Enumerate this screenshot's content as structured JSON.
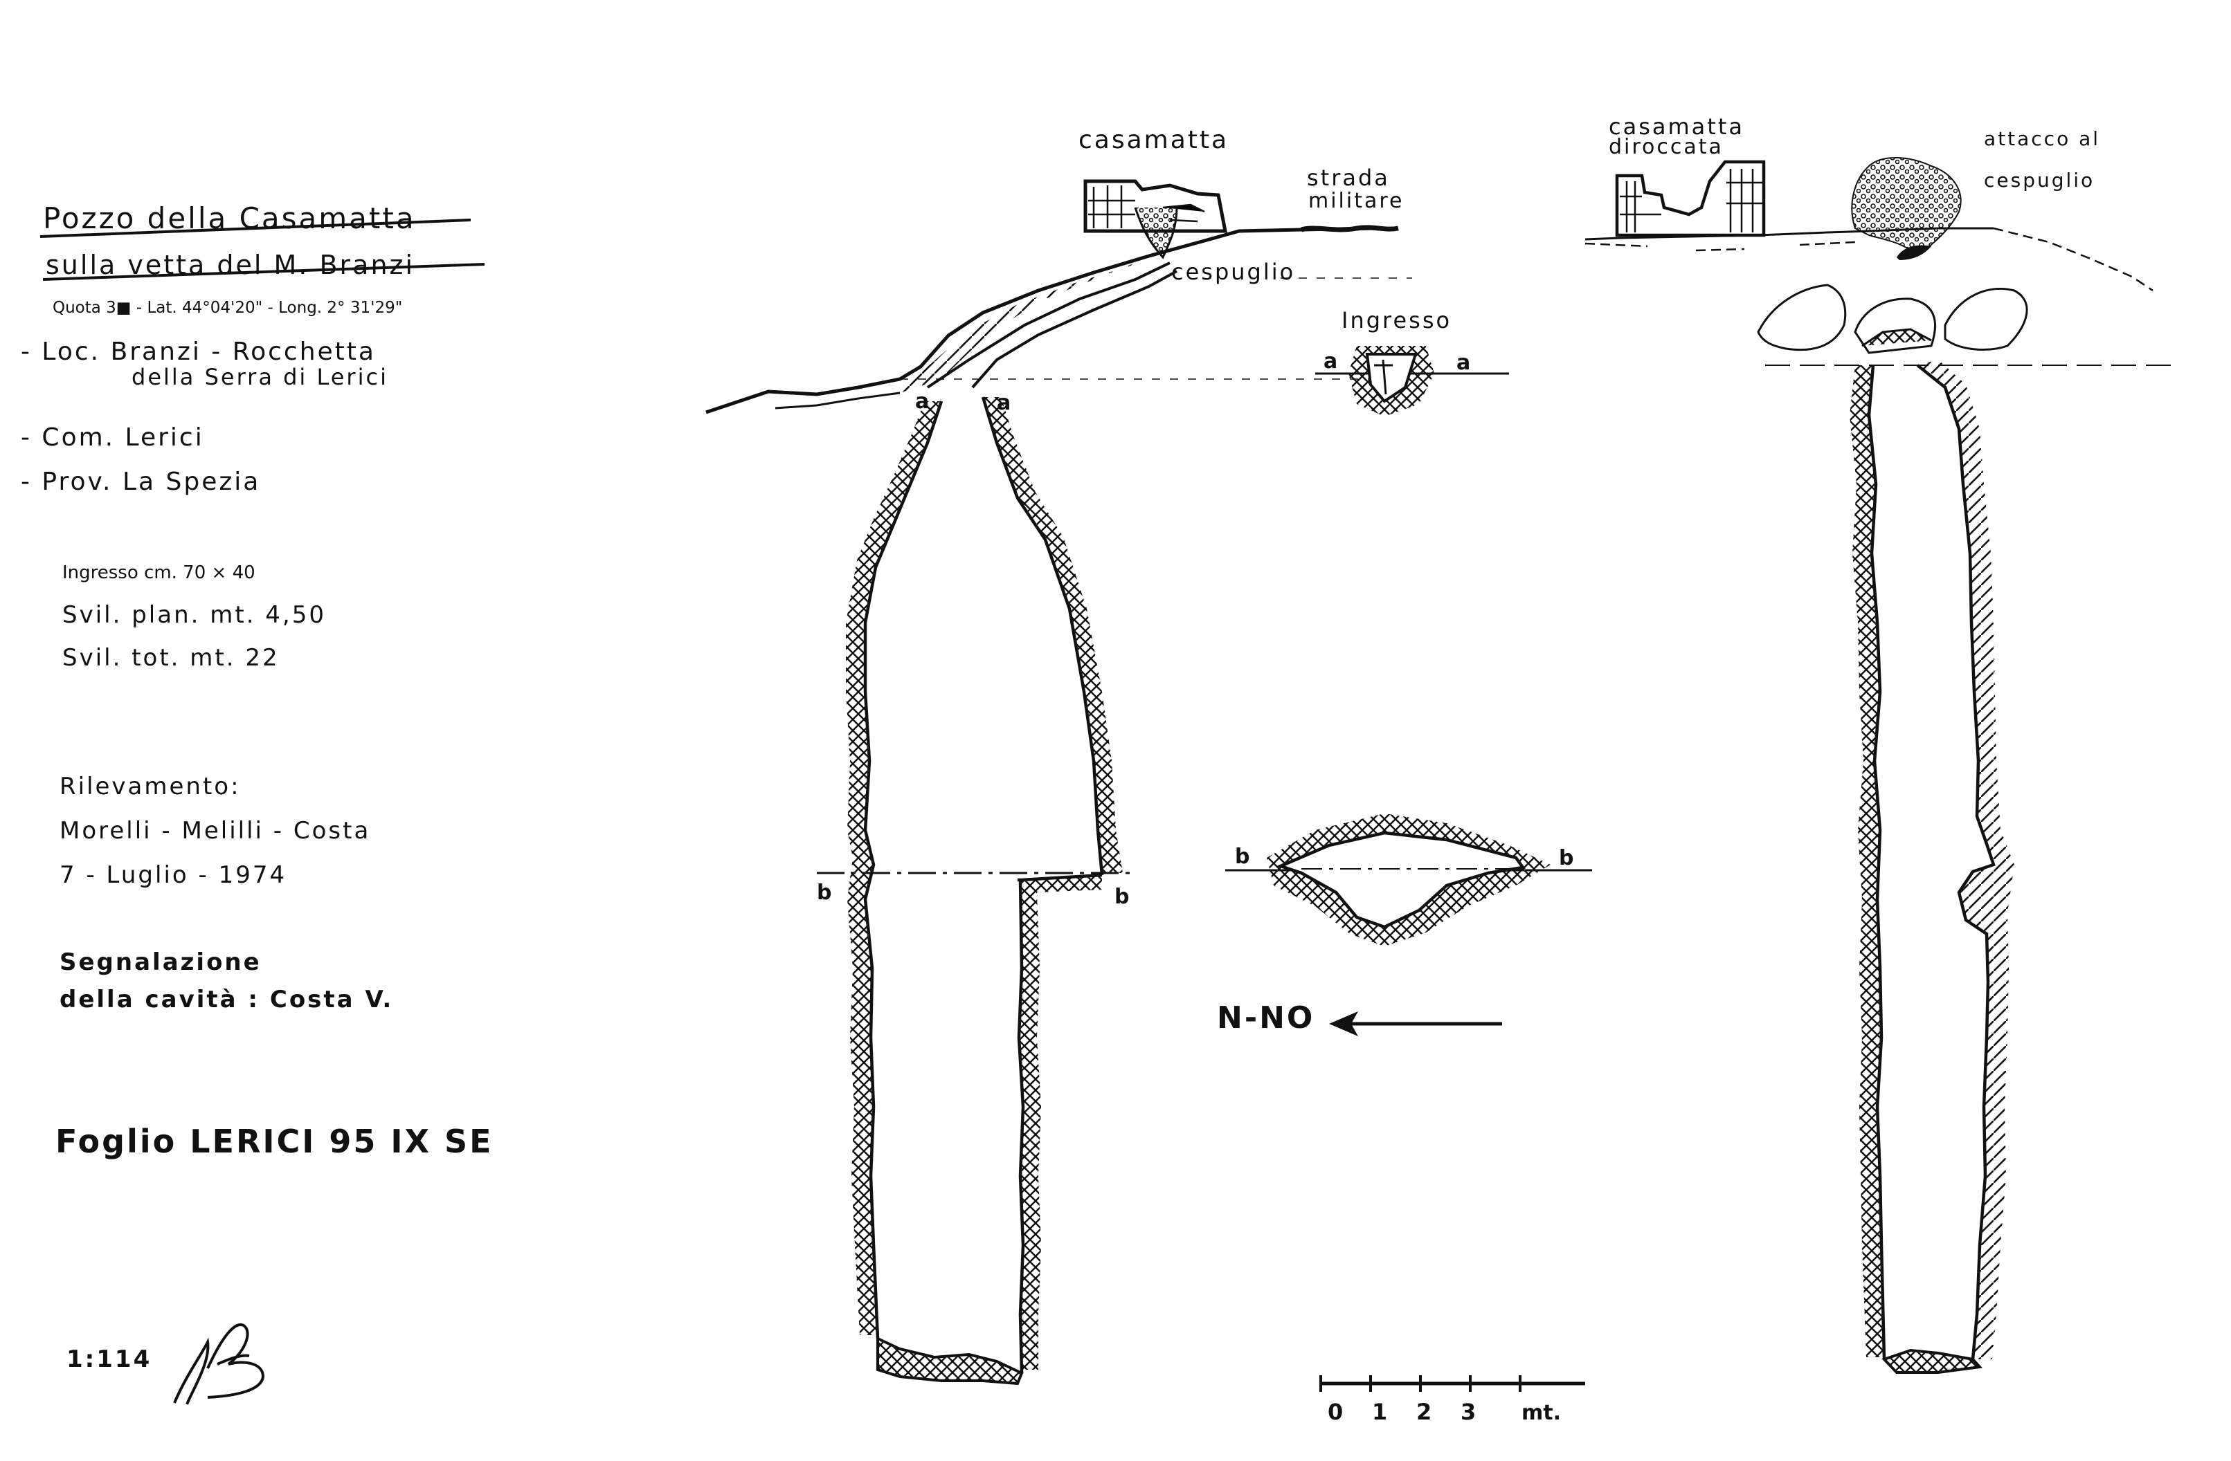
{
  "title_block": {
    "title_line1": "Pozzo della Casamatta",
    "title_line2": "sulla vetta del M. Branzi",
    "coords": "Quota 3■ - Lat. 44°04'20\" - Long. 2° 31'29\"",
    "loc_line1": "- Loc. Branzi - Rocchetta",
    "loc_line2": "della Serra di Lerici",
    "comune": "- Com. Lerici",
    "provincia": "- Prov. La Spezia",
    "ingresso": "Ingresso cm. 70 × 40",
    "svil_plan": "Svil. plan. mt. 4,50",
    "svil_tot": "Svil. tot. mt. 22",
    "rilevamento_label": "Rilevamento:",
    "rilevamento_names": "Morelli - Melilli - Costa",
    "rilevamento_date": "7 - Luglio - 1974",
    "segnalazione_line1": "Segnalazione",
    "segnalazione_line2": "della cavità : Costa V.",
    "foglio": "Foglio LERICI 95 IX SE",
    "scale_ratio": "1:114"
  },
  "section_left": {
    "casamatta_label": "casamatta",
    "strada_line1": "strada",
    "strada_line2": "militare",
    "cespuglio_label": "cespuglio",
    "mark_a1": "a",
    "mark_a2": "a",
    "mark_b1": "b",
    "mark_b2": "b"
  },
  "plan": {
    "ingresso_label": "Ingresso",
    "mark_a1": "a",
    "mark_a2": "a",
    "mark_b1": "b",
    "mark_b2": "b",
    "north_label": "N-NO"
  },
  "scale_bar": {
    "ticks": [
      "0",
      "1",
      "2",
      "3"
    ],
    "unit": "mt."
  },
  "section_right": {
    "casamatta_line1": "casamatta",
    "casamatta_line2": "diroccata",
    "attacco_line1": "attacco al",
    "attacco_line2": "cespuglio"
  },
  "colors": {
    "ink": "#111111",
    "paper": "#ffffff"
  }
}
